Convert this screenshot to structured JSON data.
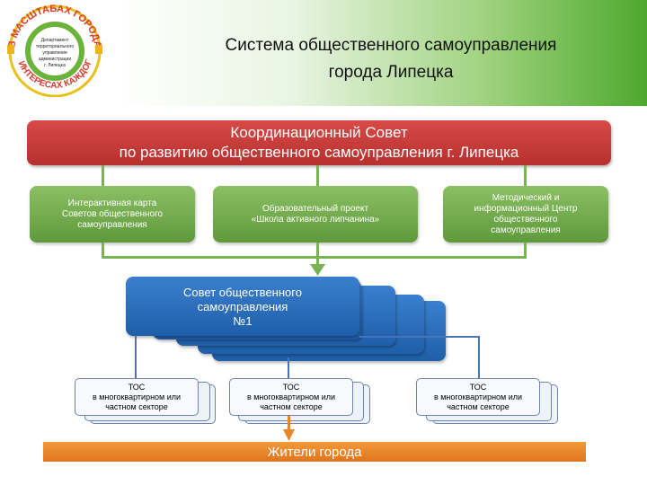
{
  "logo": {
    "ring_text_top": "В МАСШТАБАХ ГОРОДА",
    "ring_text_bottom": "В ИНТЕРЕСАХ КАЖДОГО",
    "center_lines": [
      "Департамент",
      "территориального",
      "управления",
      "администрации",
      "г. Липецка"
    ]
  },
  "title": {
    "line1": "Система общественного самоуправления",
    "line2": "города Липецка"
  },
  "council": {
    "line1": "Координационный Совет",
    "line2": "по развитию общественного самоуправления г. Липецка"
  },
  "green_boxes": [
    {
      "lines": [
        "Интерактивная карта",
        "Советов общественного",
        "самоуправления"
      ]
    },
    {
      "lines": [
        "Образовательный проект",
        "«Школа активного липчанина»"
      ]
    },
    {
      "lines": [
        "Методический и",
        "информационный Центр",
        "общественного",
        "самоуправления"
      ]
    }
  ],
  "public_council": {
    "lines": [
      "Совет общественного",
      "самоуправления",
      "№1"
    ]
  },
  "tos_boxes": [
    {
      "lines": [
        "ТОС",
        "в многоквартирном или",
        "частном секторе"
      ]
    },
    {
      "lines": [
        "ТОС",
        "в многоквартирном или",
        "частном секторе"
      ]
    },
    {
      "lines": [
        "ТОС",
        "в многоквартирном или",
        "частном секторе"
      ]
    }
  ],
  "residents": "Жители города",
  "colors": {
    "council": "#c53a37",
    "green": "#6fa84a",
    "blue": "#2a6cbd",
    "residents": "#e8842a"
  }
}
